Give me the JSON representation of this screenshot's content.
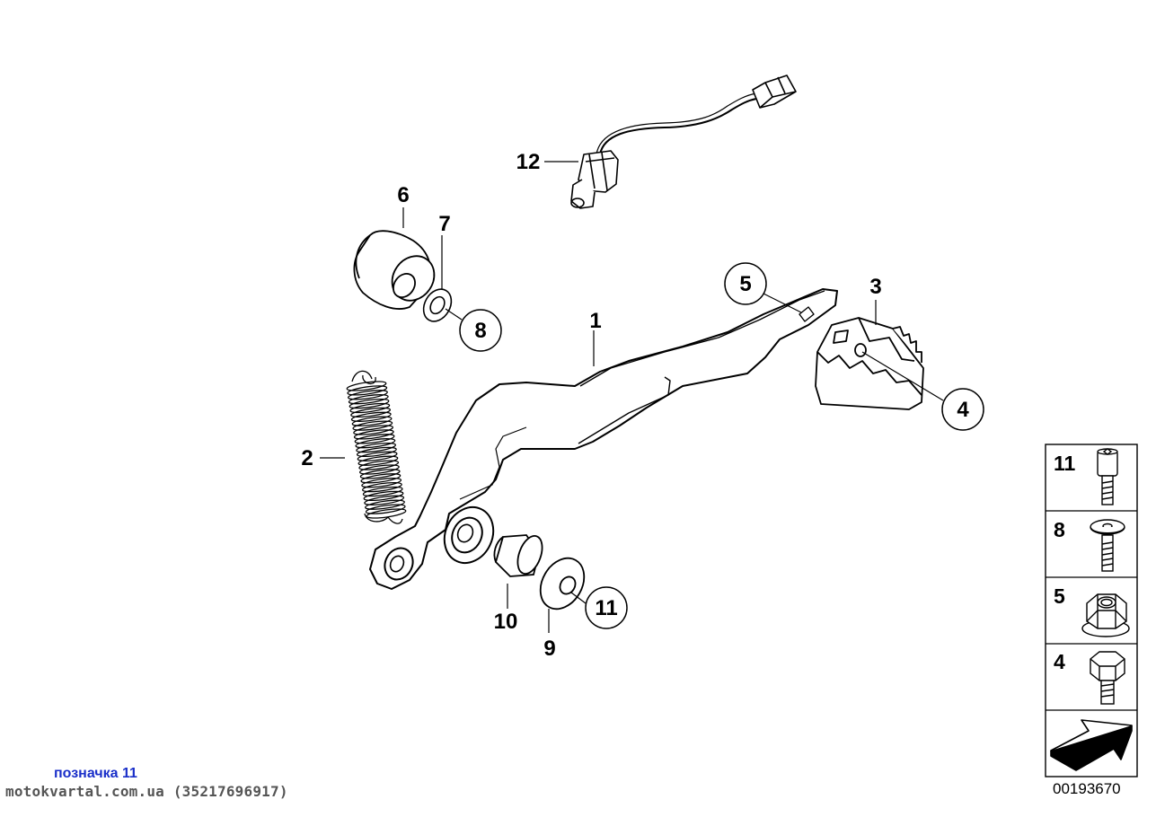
{
  "callouts": [
    {
      "id": "1",
      "label": "1",
      "circled": false
    },
    {
      "id": "2",
      "label": "2",
      "circled": false
    },
    {
      "id": "3",
      "label": "3",
      "circled": false
    },
    {
      "id": "4",
      "label": "4",
      "circled": true
    },
    {
      "id": "5",
      "label": "5",
      "circled": true
    },
    {
      "id": "6",
      "label": "6",
      "circled": false
    },
    {
      "id": "7",
      "label": "7",
      "circled": false
    },
    {
      "id": "8",
      "label": "8",
      "circled": true
    },
    {
      "id": "9",
      "label": "9",
      "circled": false
    },
    {
      "id": "10",
      "label": "10",
      "circled": false
    },
    {
      "id": "11",
      "label": "11",
      "circled": true
    },
    {
      "id": "12",
      "label": "12",
      "circled": false
    }
  ],
  "legend": {
    "items": [
      {
        "label": "11",
        "icon": "socket-head-bolt-icon"
      },
      {
        "label": "8",
        "icon": "countersunk-bolt-icon"
      },
      {
        "label": "5",
        "icon": "flange-nut-icon"
      },
      {
        "label": "4",
        "icon": "hex-bolt-icon"
      }
    ],
    "arrow_icon": "page-arrow-icon"
  },
  "note": "позначка 11",
  "watermark": "motokvartal.com.ua (35217696917)",
  "drawing_id": "00193670"
}
